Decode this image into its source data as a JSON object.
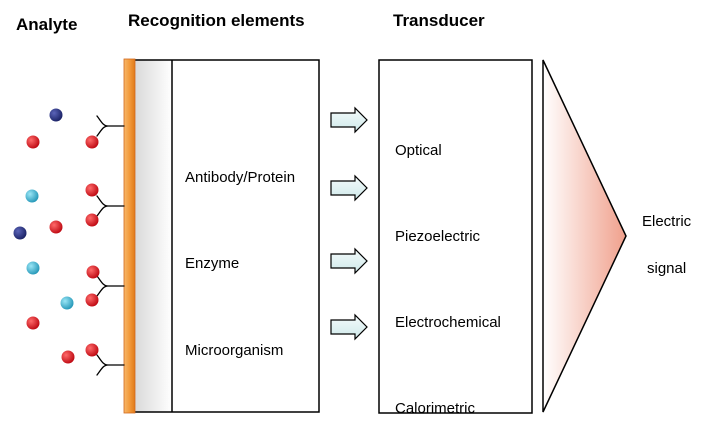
{
  "headers": {
    "analyte": "Analyte",
    "recognition": "Recognition elements",
    "transducer": "Transducer"
  },
  "recognition_elements": [
    "Antibody/Protein",
    "Enzyme",
    "Microorganism"
  ],
  "transducers": [
    "Optical",
    "Piezoelectric",
    "Electrochemical",
    "Calorimetric"
  ],
  "output": {
    "line1": "Electric",
    "line2": "signal"
  },
  "colors": {
    "substrate": "#f29a3c",
    "analyte_red": "#c4121c",
    "analyte_navy": "#1e2a78",
    "analyte_cyan": "#22a8c8",
    "arrow_fill": "#e4f4f4",
    "signal_gradient": "#f0a08c"
  }
}
